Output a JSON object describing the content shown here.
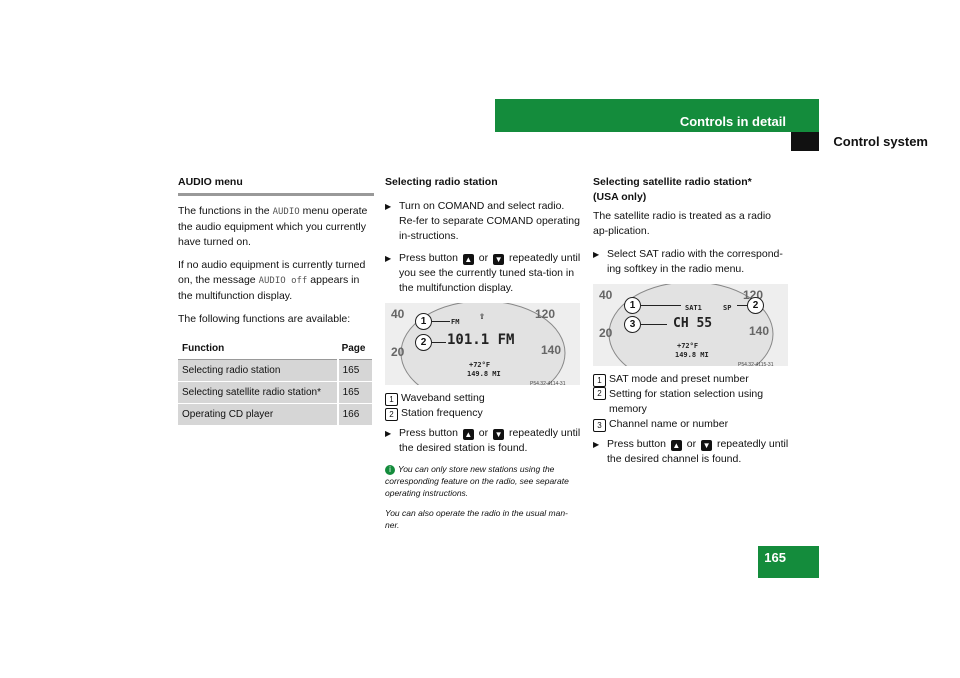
{
  "header": {
    "title": "Controls in detail",
    "subtitle": "Control system"
  },
  "page_number": "165",
  "col1": {
    "heading": "AUDIO menu",
    "para1_a": "The functions in the ",
    "para1_code": "AUDIO",
    "para1_b": " menu operate the audio equipment which you currently have turned on.",
    "para2_a": "If no audio equipment is currently turned on, the message ",
    "para2_code": "AUDIO off",
    "para2_b": " appears in the multifunction display.",
    "para3": "The following functions are available:",
    "table": {
      "header": [
        "Function",
        "Page"
      ],
      "rows": [
        [
          "Selecting radio station",
          "165"
        ],
        [
          "Selecting satellite radio station*",
          "165"
        ],
        [
          "Operating CD player",
          "166"
        ]
      ]
    }
  },
  "col2": {
    "heading": "Selecting radio station",
    "step1": "Turn on COMAND and select radio. Re-fer to separate COMAND operating in-structions.",
    "step2_a": "Press button ",
    "step2_or": " or ",
    "step2_b": " repeatedly until you see the currently tuned sta-tion in the multifunction display.",
    "figure": {
      "band": "FM",
      "freq": "101.1 FM",
      "temp": "+72°F",
      "odo": "149.8 MI",
      "code": "P54.32-4114-31",
      "dial_120": "120",
      "dial_140": "140",
      "dial_40": "40",
      "dial_20": "20"
    },
    "legend": [
      {
        "n": "1",
        "text": "Waveband setting"
      },
      {
        "n": "2",
        "text": "Station frequency"
      }
    ],
    "step3_a": "Press button ",
    "step3_or": " or ",
    "step3_b": " repeatedly until the desired station is found.",
    "note1": "You can only store new stations using the corresponding feature on the radio, see separate operating instructions.",
    "note2": "You can also operate the radio in the usual man-ner."
  },
  "col3": {
    "heading": "Selecting satellite radio station*",
    "heading2": "(USA only)",
    "para1": "The satellite radio is treated as a radio ap-plication.",
    "step1": "Select SAT radio with the correspond-ing softkey in the radio menu.",
    "figure": {
      "sat": "SAT1",
      "sp": "SP",
      "channel": "CH 55",
      "temp": "+72°F",
      "odo": "149.8 MI",
      "code": "P54.32-4115-31",
      "dial_120": "120",
      "dial_140": "140",
      "dial_40": "40",
      "dial_20": "20"
    },
    "legend": [
      {
        "n": "1",
        "text": "SAT mode and preset number"
      },
      {
        "n": "2",
        "text": "Setting for station selection using memory"
      },
      {
        "n": "3",
        "text": "Channel name or number"
      }
    ],
    "step2_a": "Press button ",
    "step2_or": " or ",
    "step2_b": " repeatedly until the desired channel is found."
  }
}
